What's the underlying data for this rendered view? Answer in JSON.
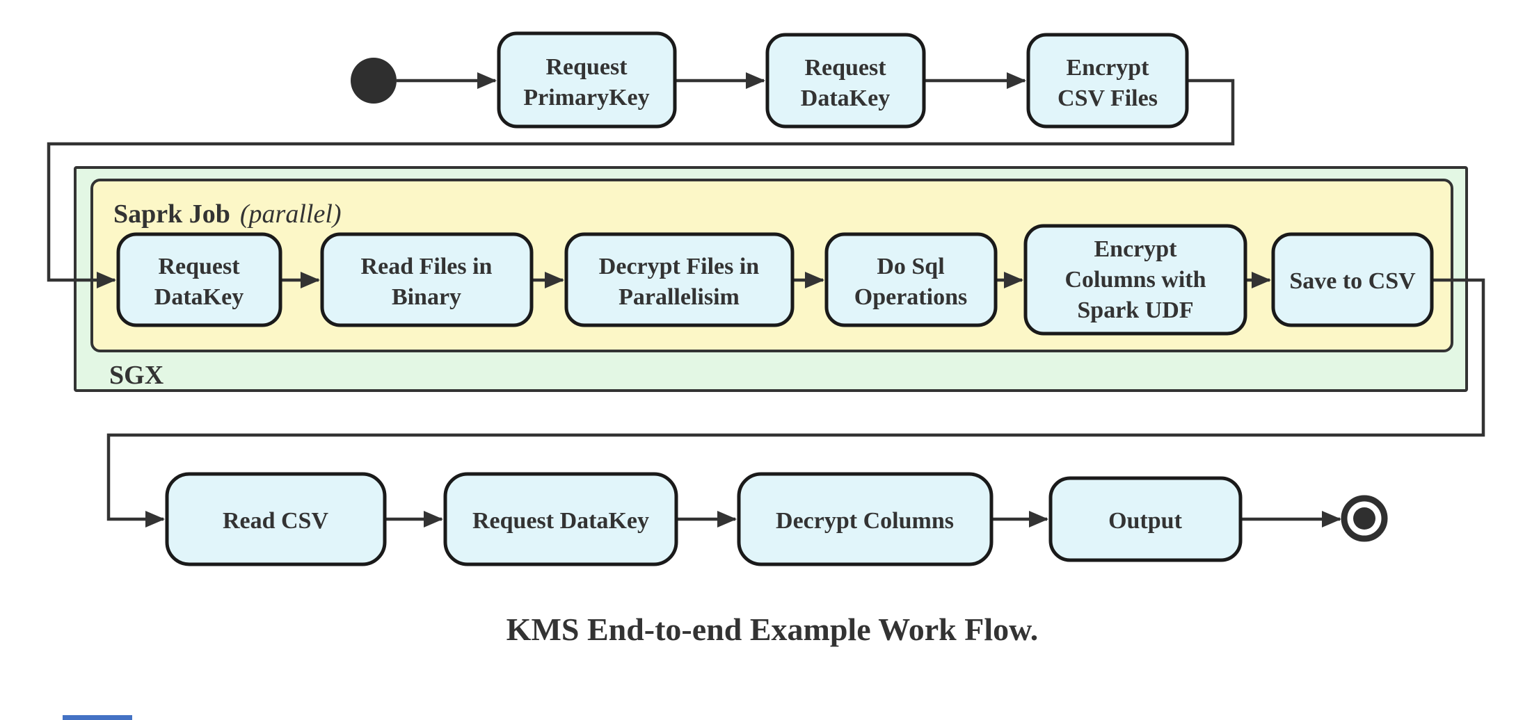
{
  "diagram": {
    "caption": "KMS End-to-end Example Work Flow.",
    "containers": {
      "sgx": {
        "label": "SGX"
      },
      "spark_job": {
        "label": "Saprk Job",
        "label_suffix": "(parallel)"
      }
    },
    "nodes": {
      "top_row": [
        {
          "lines": [
            "Request",
            "PrimaryKey"
          ]
        },
        {
          "lines": [
            "Request",
            "DataKey"
          ]
        },
        {
          "lines": [
            "Encrypt",
            "CSV Files"
          ]
        }
      ],
      "spark_row": [
        {
          "lines": [
            "Request",
            "DataKey"
          ]
        },
        {
          "lines": [
            "Read Files in",
            "Binary"
          ]
        },
        {
          "lines": [
            "Decrypt Files in",
            "Parallelisim"
          ]
        },
        {
          "lines": [
            "Do Sql",
            "Operations"
          ]
        },
        {
          "lines": [
            "Encrypt",
            "Columns with",
            "Spark UDF"
          ]
        },
        {
          "lines": [
            "Save to CSV"
          ]
        }
      ],
      "bottom_row": [
        {
          "lines": [
            "Read CSV"
          ]
        },
        {
          "lines": [
            "Request DataKey"
          ]
        },
        {
          "lines": [
            "Decrypt Columns"
          ]
        },
        {
          "lines": [
            "Output"
          ]
        }
      ]
    },
    "colors": {
      "node_fill": "#E1F5FA",
      "node_border": "#1A1A1A",
      "edge": "#333333",
      "sgx_fill": "#E3F7E4",
      "spark_fill": "#FCF7C7",
      "container_border": "#333333",
      "text": "#333333",
      "terminal": "#2F2F2F",
      "blue_fragment": "#4472C4"
    }
  }
}
